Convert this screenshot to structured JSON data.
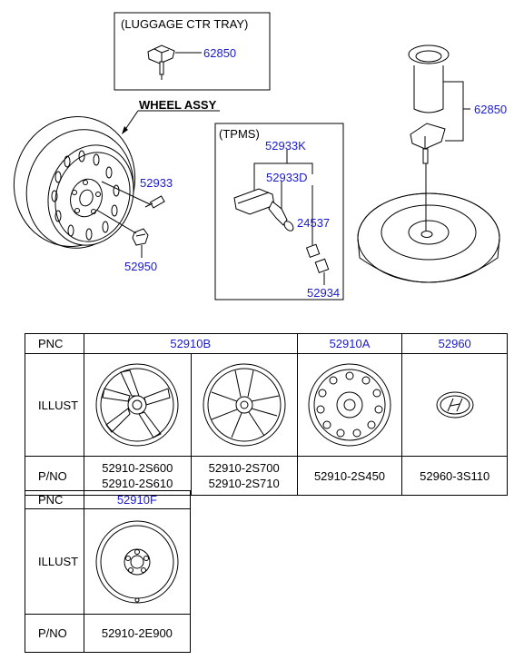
{
  "diagram": {
    "luggage_box_title": "(LUGGAGE CTR TRAY)",
    "luggage_part": "62850",
    "wheel_assy_label": "WHEEL ASSY",
    "part_52933": "52933",
    "part_52950": "52950",
    "tpms_box_title": "(TPMS)",
    "tpms_52933K": "52933K",
    "tpms_52933D": "52933D",
    "tpms_24537": "24537",
    "tpms_52934": "52934",
    "spare_part": "62850"
  },
  "table1": {
    "headers": {
      "pnc": "PNC",
      "illust": "ILLUST",
      "pno": "P/NO"
    },
    "pnc": [
      "52910B",
      "52910A",
      "52960"
    ],
    "pno": [
      [
        "52910-2S600",
        "52910-2S610"
      ],
      [
        "52910-2S700",
        "52910-2S710"
      ],
      [
        "52910-2S450"
      ],
      [
        "52960-3S110"
      ]
    ]
  },
  "table2": {
    "headers": {
      "pnc": "PNC",
      "illust": "ILLUST",
      "pno": "P/NO"
    },
    "pnc": "52910F",
    "pno": "52910-2E900"
  },
  "colors": {
    "part_number": "#1a1ad2",
    "line": "#000000"
  }
}
